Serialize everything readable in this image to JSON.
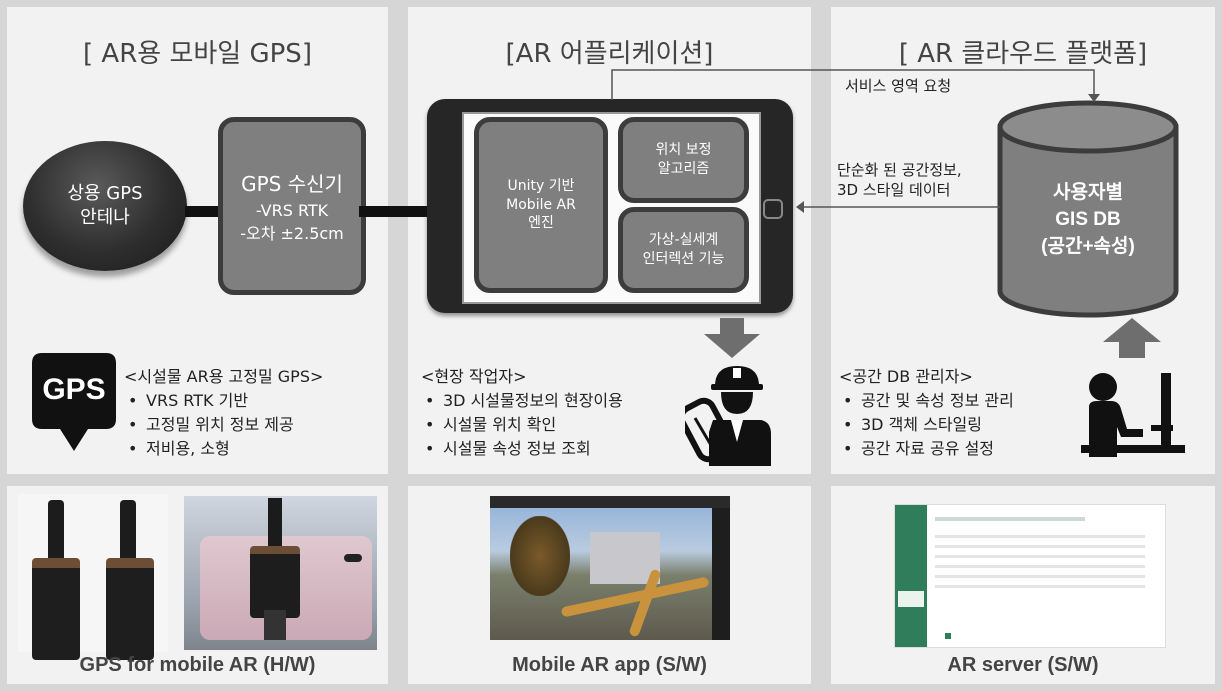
{
  "panels": {
    "gps": {
      "title": "[ AR용 모바일 GPS]",
      "antenna": [
        "상용 GPS",
        "안테나"
      ],
      "receiver": {
        "title": "GPS 수신기",
        "lines": [
          "-VRS RTK",
          "-오차 ±2.5cm"
        ]
      },
      "gps_logo": "GPS",
      "notes_title": "<시설물 AR용 고정밀 GPS>",
      "notes": [
        "VRS RTK 기반",
        "고정밀 위치 정보 제공",
        "저비용, 소형"
      ]
    },
    "app": {
      "title": "[AR 어플리케이션]",
      "engine": [
        "Unity 기반",
        "Mobile AR",
        "엔진"
      ],
      "correction": [
        "위치 보정",
        "알고리즘"
      ],
      "interaction": [
        "가상-실세계",
        "인터렉션 기능"
      ],
      "notes_title": "<현장 작업자>",
      "notes": [
        "3D 시설물정보의 현장이용",
        "시설물 위치 확인",
        "시설물 속성 정보 조회"
      ]
    },
    "cloud": {
      "title": "[ AR 클라우드 플랫폼]",
      "request_label": "서비스 영역 요청",
      "response_label": [
        "단순화 된 공간정보,",
        "3D 스타일 데이터"
      ],
      "db": [
        "사용자별",
        "GIS DB",
        "(공간+속성)"
      ],
      "notes_title": "<공간 DB 관리자>",
      "notes": [
        "공간 및 속성 정보 관리",
        "3D 객체 스타일링",
        "공간 자료 공유 설정"
      ]
    }
  },
  "captions": {
    "gps": "GPS for mobile AR (H/W)",
    "app": "Mobile AR app (S/W)",
    "server": "AR server (S/W)"
  },
  "colors": {
    "panel_bg": "#f2f2f2",
    "box_fill": "#7f7f7f",
    "box_border": "#3c3c3c",
    "page_bg": "#d6d6d6"
  }
}
